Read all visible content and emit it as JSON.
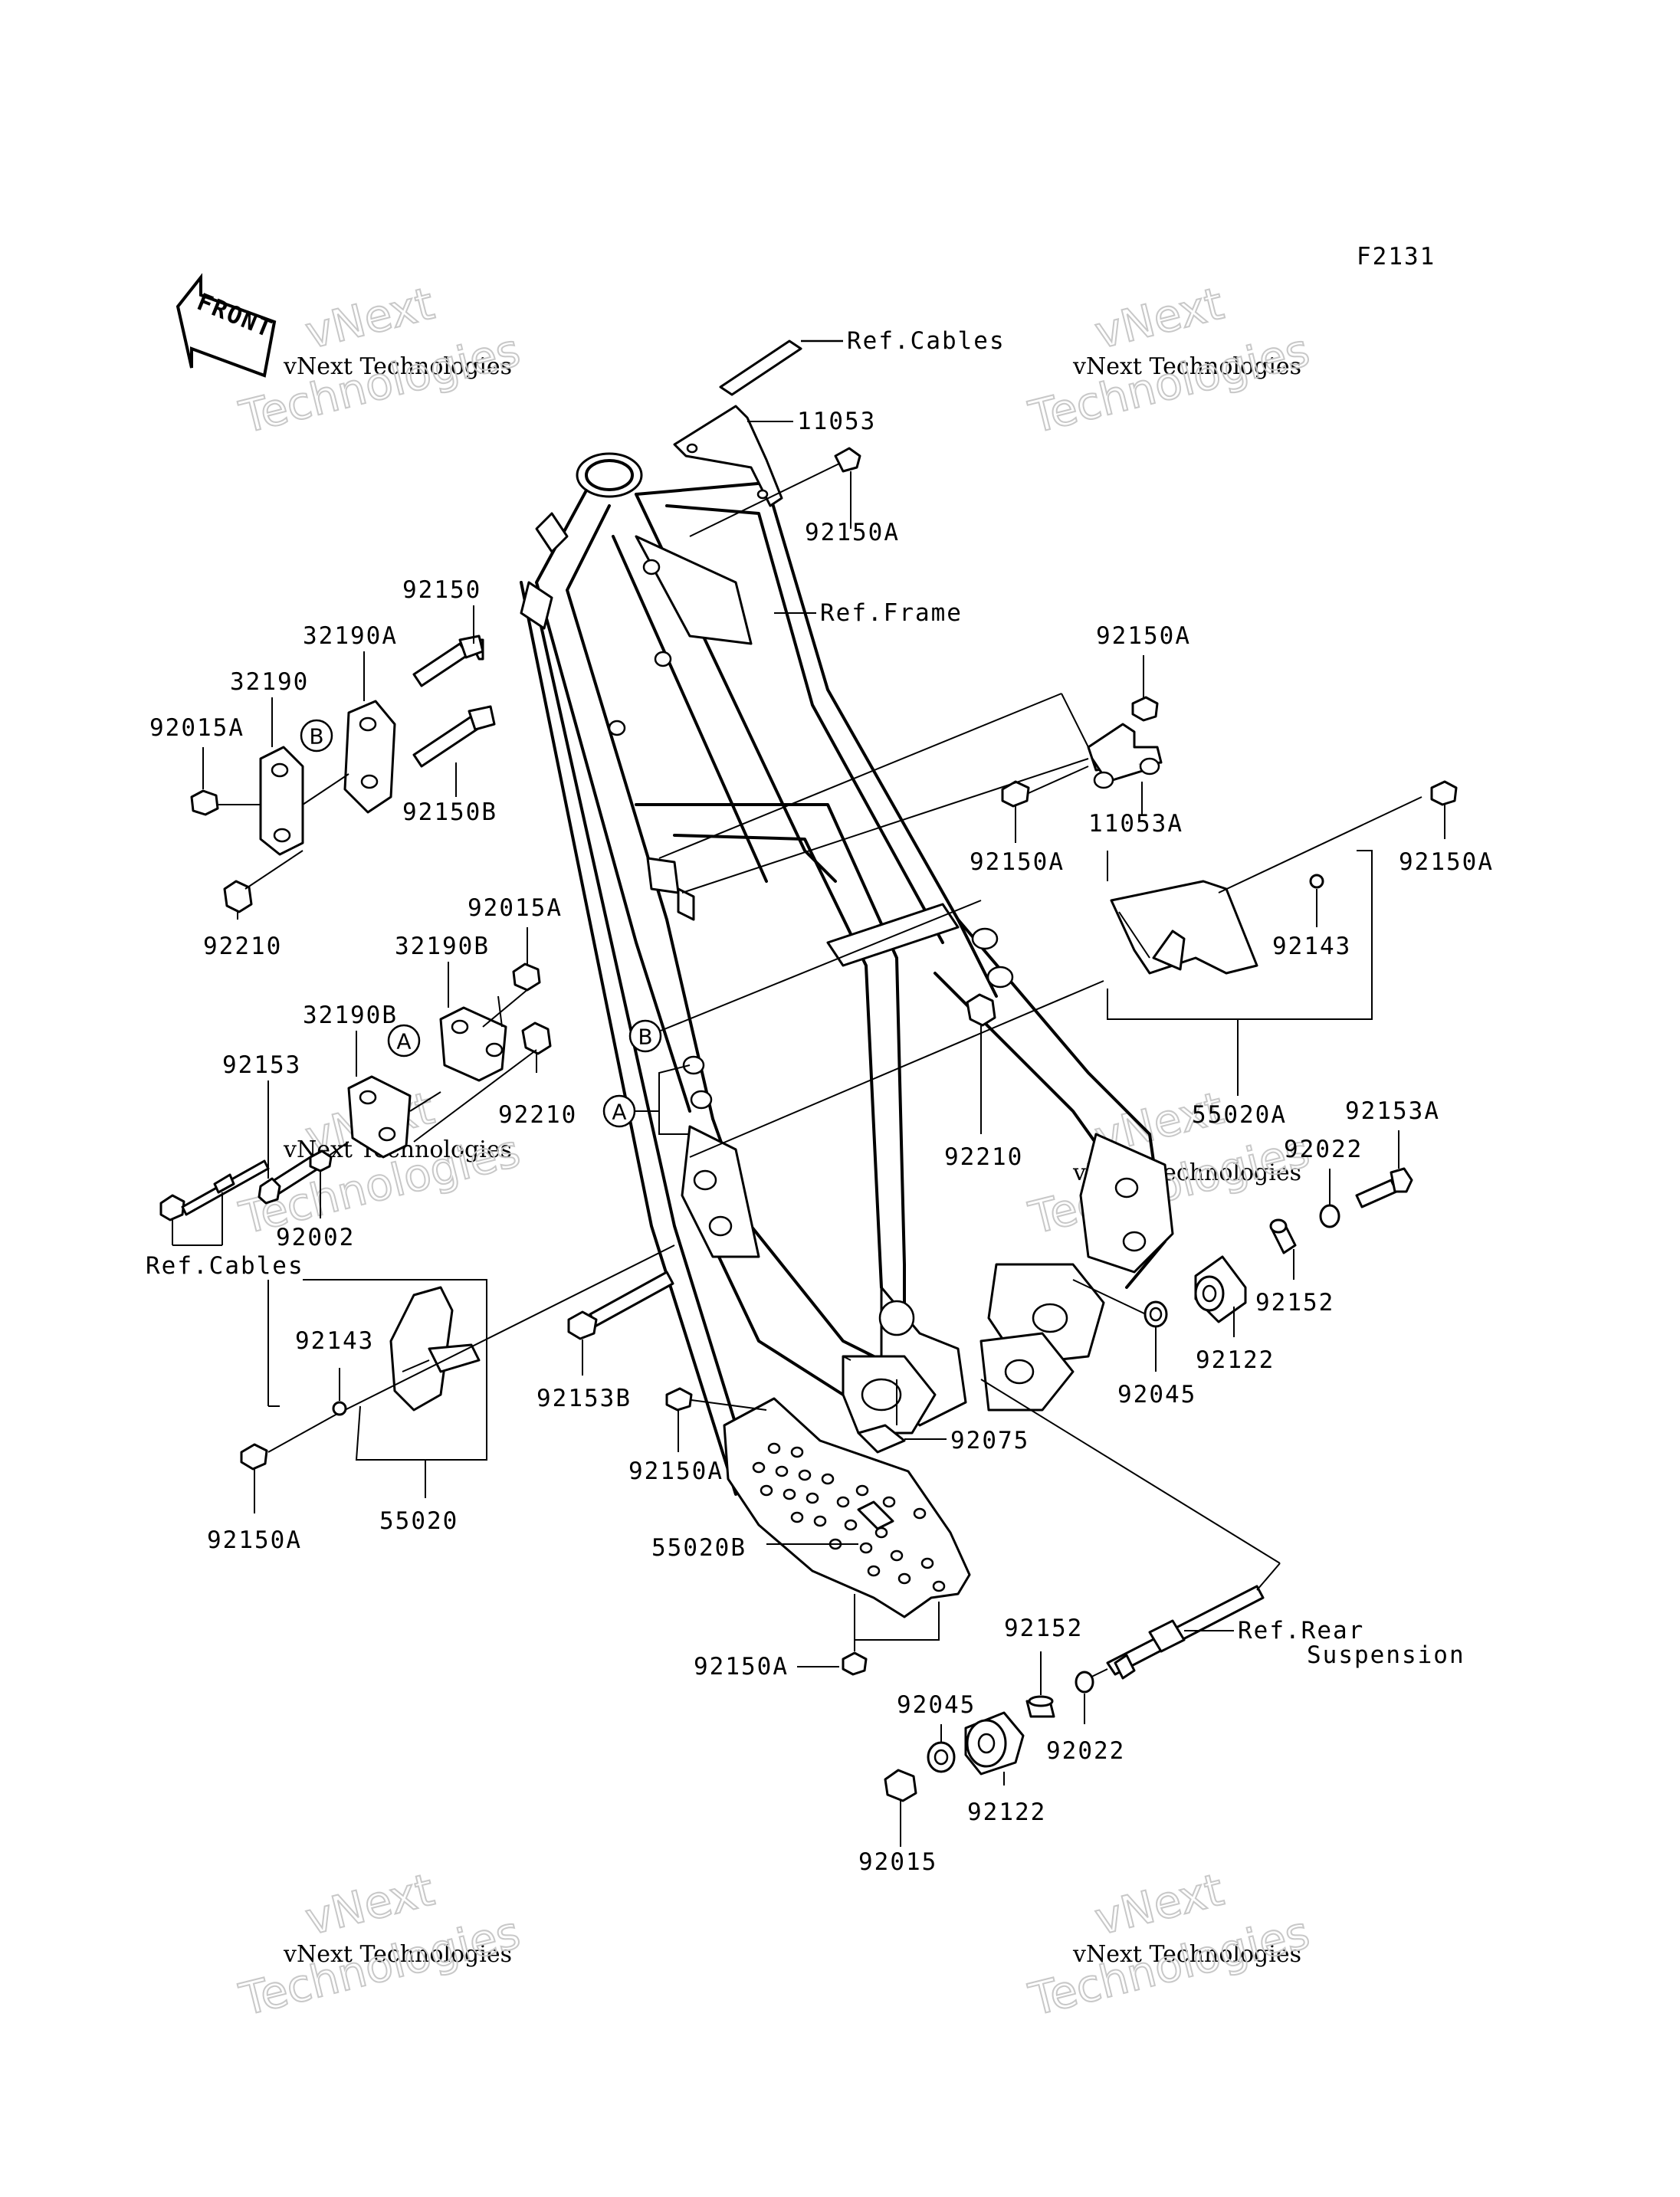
{
  "diagram_code": "F2131",
  "front_label": "FRONT",
  "watermark": {
    "line1": "vNext",
    "line2": "vNext Technologies",
    "line3": "Technologies"
  },
  "callouts": {
    "a": "A",
    "b": "B"
  },
  "labels": {
    "ref_cables_top": "Ref.Cables",
    "p11053": "11053",
    "p92150a_top": "92150A",
    "ref_frame": "Ref.Frame",
    "p92150": "92150",
    "p32190a": "32190A",
    "p32190": "32190",
    "p92015a_left": "92015A",
    "p92150b": "92150B",
    "p92210_left": "92210",
    "p92150a_right1": "92150A",
    "p11053a": "11053A",
    "p92150a_mid": "92150A",
    "p92150a_far_right": "92150A",
    "p92143_right": "92143",
    "p55020a": "55020A",
    "p92015a_mid": "92015A",
    "p32190b_1": "32190B",
    "p32190b_2": "32190B",
    "p92153": "92153",
    "p92210_mid": "92210",
    "p92002": "92002",
    "ref_cables_bottom": "Ref.Cables",
    "p92210_center": "92210",
    "p92153a": "92153A",
    "p92022_upper": "92022",
    "p92152_upper": "92152",
    "p92122_upper": "92122",
    "p92045_upper": "92045",
    "p92143_left": "92143",
    "p92153b": "92153B",
    "p92150a_lower_left": "92150A",
    "p92075": "92075",
    "p55020": "55020",
    "p92150a_bottom_left": "92150A",
    "p55020b": "55020B",
    "p92150a_bottom": "92150A",
    "ref_rear_1": "Ref.Rear",
    "ref_rear_2": "Suspension",
    "p92152_lower": "92152",
    "p92045_lower": "92045",
    "p92022_lower": "92022",
    "p92122_lower": "92122",
    "p92015": "92015"
  }
}
